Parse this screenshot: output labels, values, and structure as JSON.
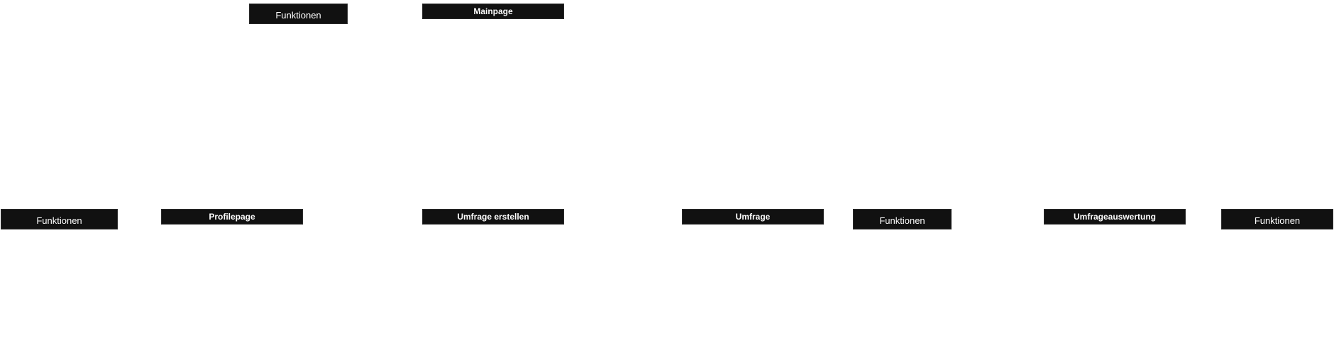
{
  "diagram": {
    "pages": {
      "mainpage": "Mainpage",
      "profilepage": "Profilepage",
      "umfrage_erstellen": "Umfrage erstellen",
      "umfrage": "Umfrage",
      "umfrageauswertung": "Umfrageauswertung"
    },
    "functions": {
      "mainpage": "Funktionen",
      "profilepage": "Funktionen",
      "umfrage": "Funktionen",
      "umfrageauswertung": "Funktionen"
    }
  },
  "colors": {
    "node_background": "#111111",
    "node_text": "#ffffff",
    "canvas_background": "#ffffff"
  }
}
